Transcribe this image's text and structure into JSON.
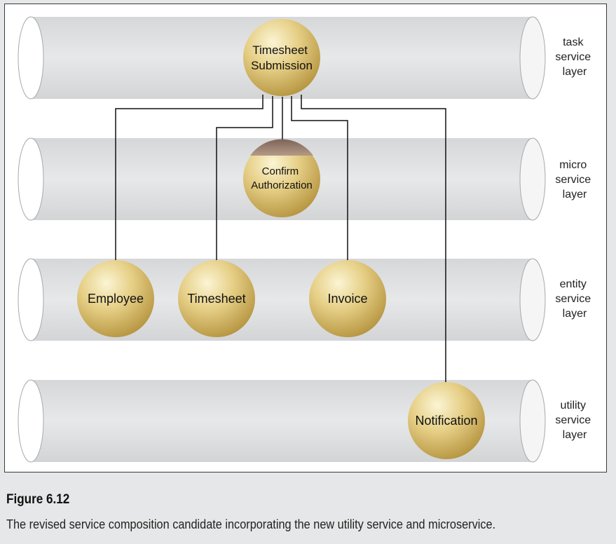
{
  "layers": [
    {
      "id": "task",
      "label_lines": [
        "task",
        "service",
        "layer"
      ]
    },
    {
      "id": "micro",
      "label_lines": [
        "micro",
        "service",
        "layer"
      ]
    },
    {
      "id": "entity",
      "label_lines": [
        "entity",
        "service",
        "layer"
      ]
    },
    {
      "id": "utility",
      "label_lines": [
        "utility",
        "service",
        "layer"
      ]
    }
  ],
  "services": {
    "timesheet_submission": [
      "Timesheet",
      "Submission"
    ],
    "confirm_authorization": [
      "Confirm",
      "Authorization"
    ],
    "employee": [
      "Employee"
    ],
    "timesheet": [
      "Timesheet"
    ],
    "invoice": [
      "Invoice"
    ],
    "notification": [
      "Notification"
    ]
  },
  "caption": {
    "title": "Figure 6.12",
    "text": "The revised service composition candidate incorporating the new utility service and microservice."
  },
  "colors": {
    "sphere_light": "#fbf5d4",
    "sphere_mid": "#e6cf86",
    "sphere_dark": "#b4933e",
    "pipe": "#dcdddf",
    "cap_shade": "#8a6e60"
  }
}
